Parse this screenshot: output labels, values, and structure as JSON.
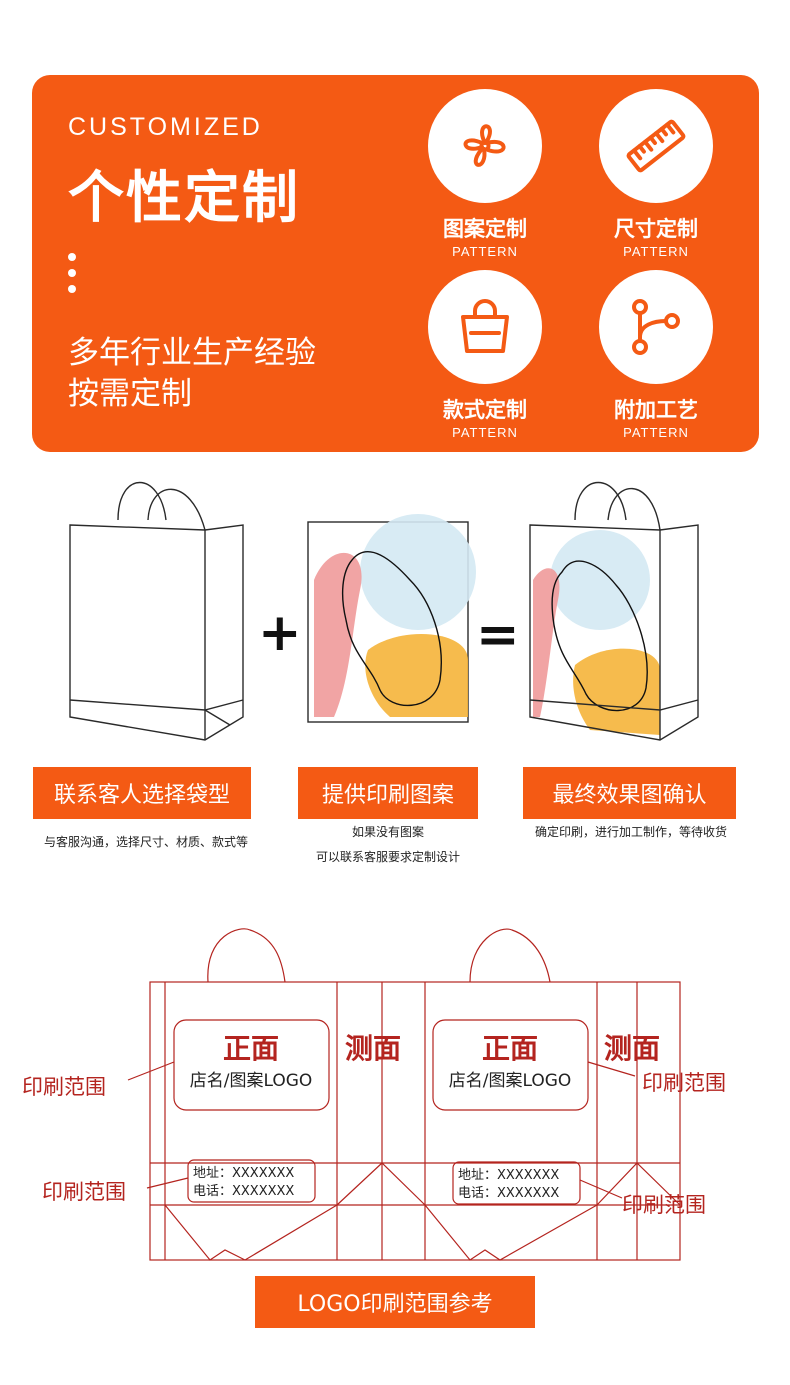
{
  "hero": {
    "eyebrow": "CUSTOMIZED",
    "title": "个性定制",
    "slogan_line1": "多年行业生产经验",
    "slogan_line2": "按需定制",
    "features": [
      {
        "label": "图案定制",
        "sub": "PATTERN",
        "icon": "pattern-icon"
      },
      {
        "label": "尺寸定制",
        "sub": "PATTERN",
        "icon": "ruler-icon"
      },
      {
        "label": "款式定制",
        "sub": "PATTERN",
        "icon": "bag-icon"
      },
      {
        "label": "附加工艺",
        "sub": "PATTERN",
        "icon": "branch-icon"
      }
    ],
    "accent": "#f45a14"
  },
  "steps": [
    {
      "label": "联系客人选择袋型",
      "desc": [
        "与客服沟通，选择尺寸、材质、款式等"
      ]
    },
    {
      "label": "提供印刷图案",
      "desc": [
        "如果没有图案",
        "可以联系客服要求定制设计"
      ]
    },
    {
      "label": "最终效果图确认",
      "desc": [
        "确定印刷，进行加工制作，等待收货"
      ]
    }
  ],
  "operators": {
    "plus": "+",
    "equals": "="
  },
  "diagram": {
    "front": "正面",
    "side": "测面",
    "shop": "店名/图案LOGO",
    "address": "地址：XXXXXXX",
    "phone": "电话：XXXXXXX",
    "print_range": "印刷范围",
    "line_color": "#b4241f"
  },
  "footer_label": "LOGO印刷范围参考"
}
